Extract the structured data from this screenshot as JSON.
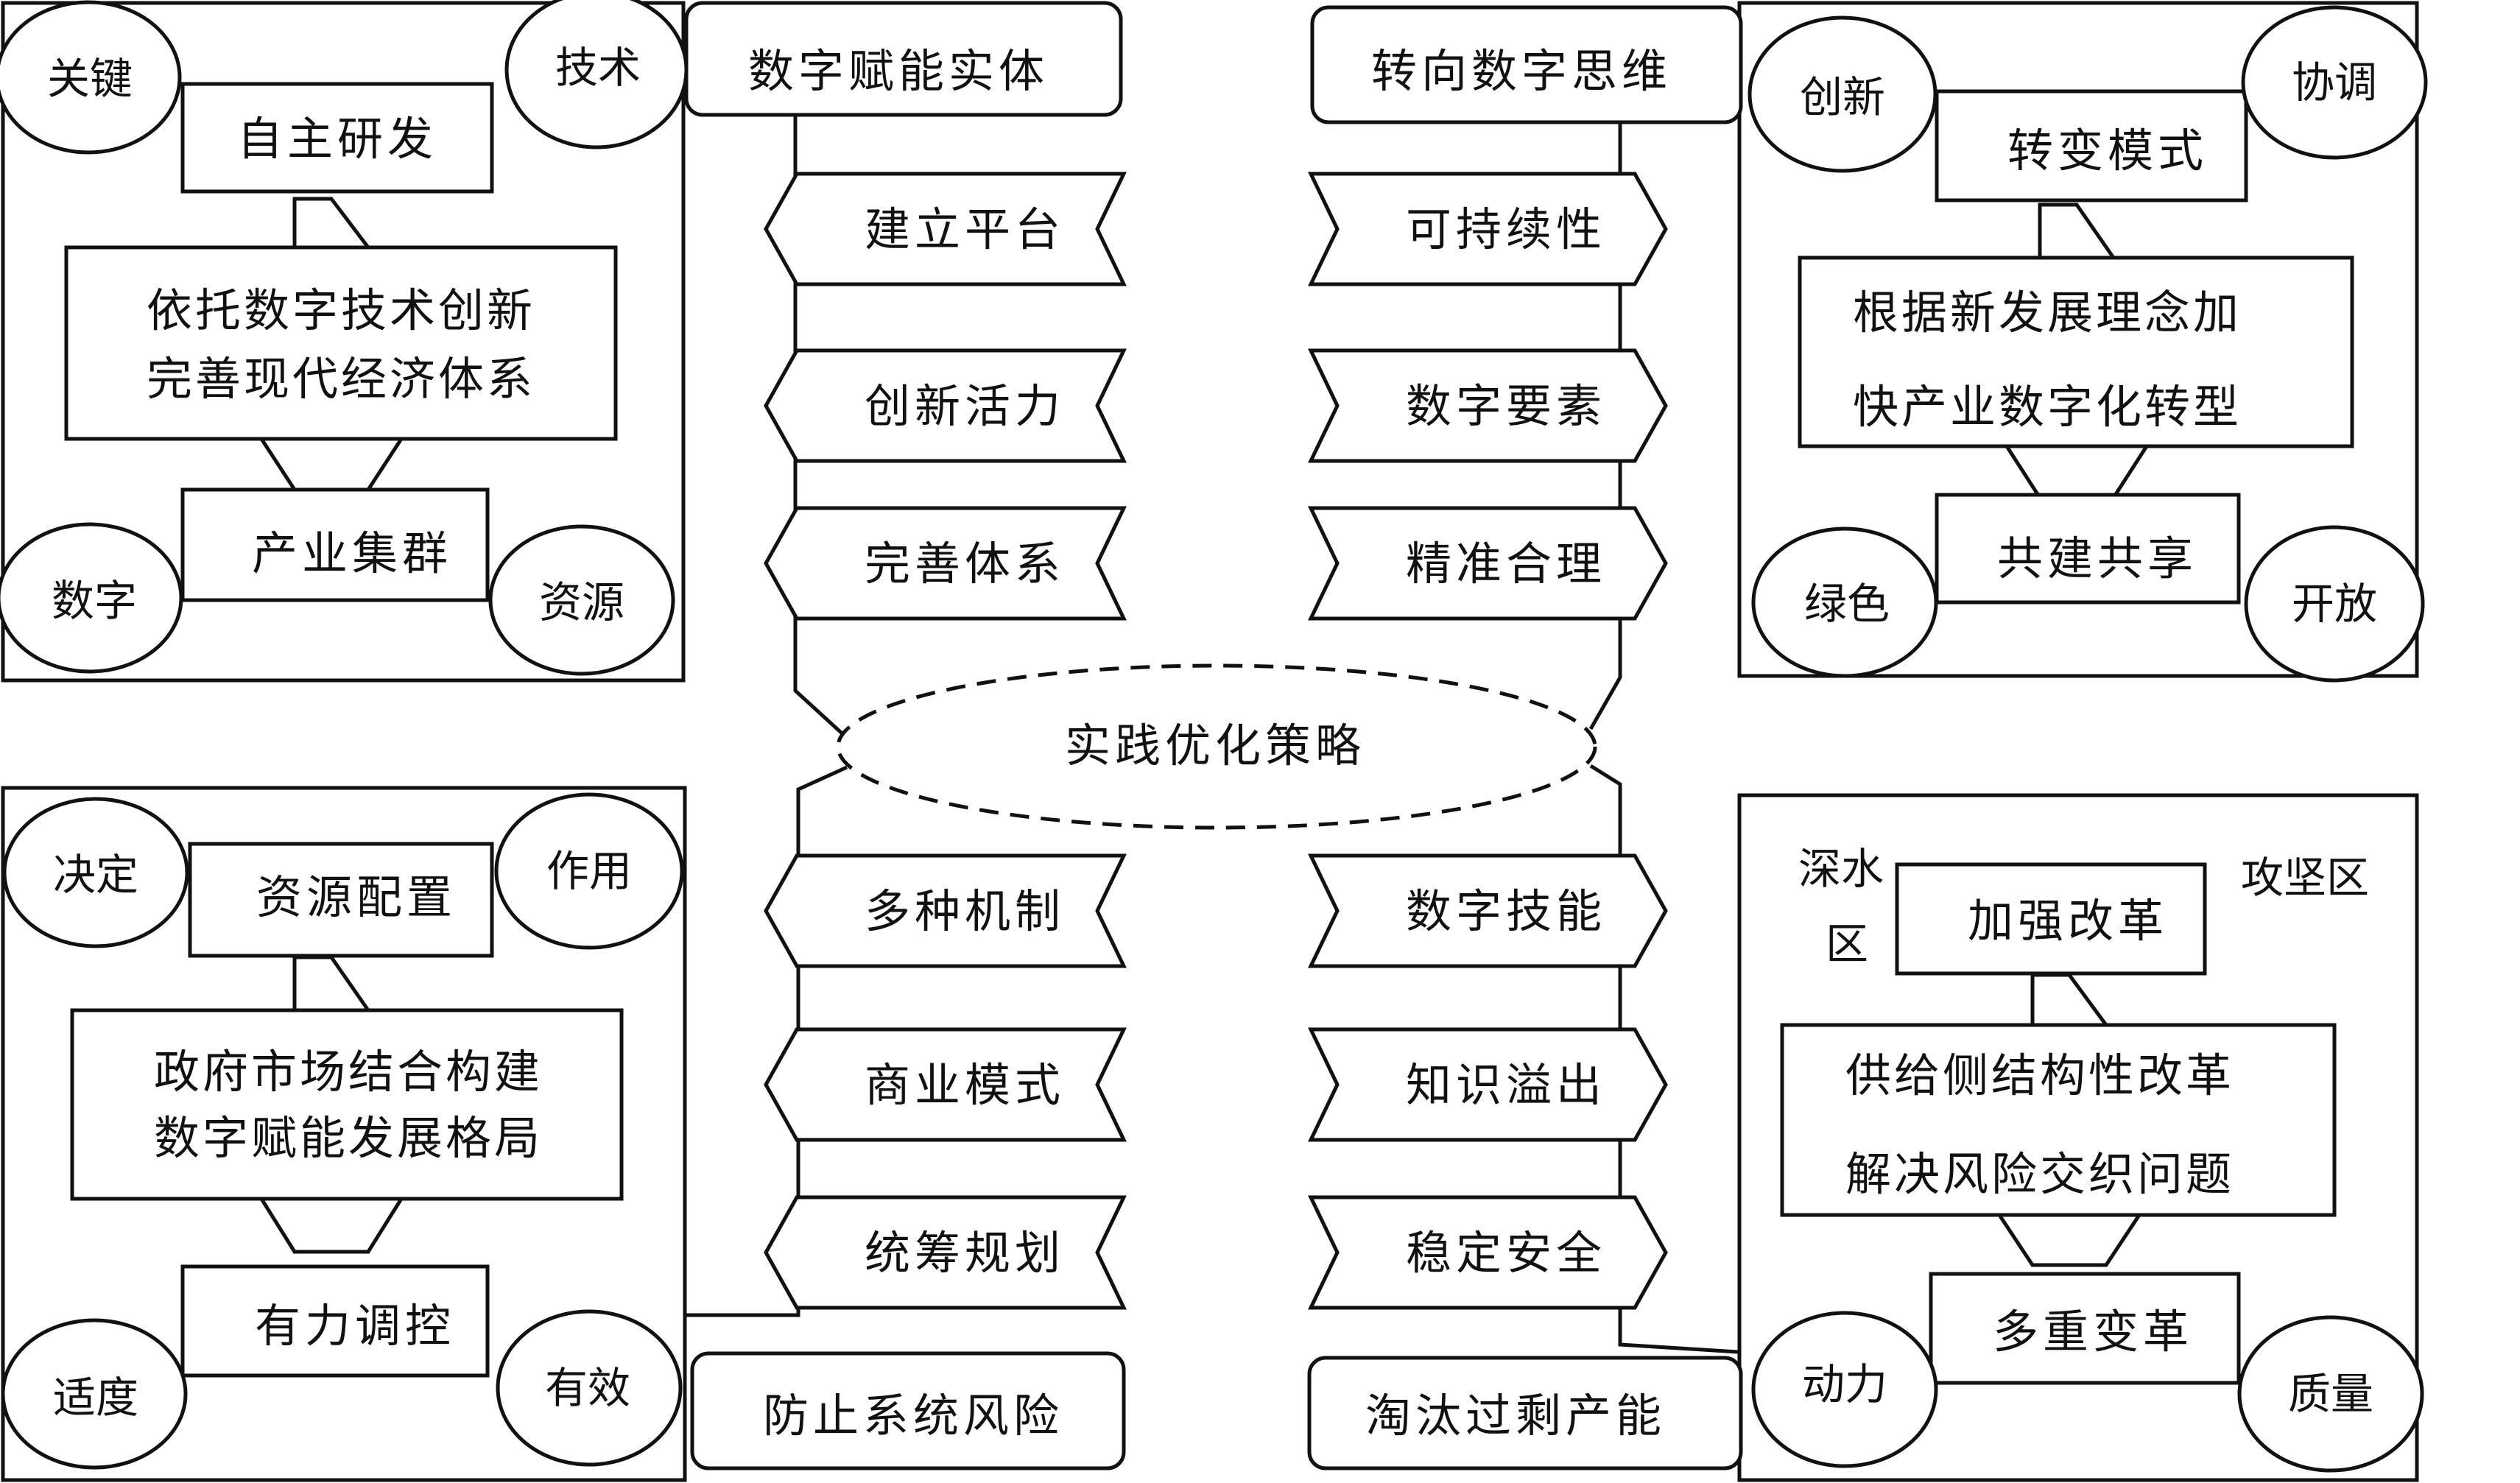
{
  "center": {
    "label": "实践优化策略"
  },
  "tl": {
    "top_box": "自主研发",
    "main_line1": "依托数字技术创新",
    "main_line2": "完善现代经济体系",
    "bottom_box": "产业集群",
    "ellipse_tl": "关键",
    "ellipse_tr": "技术",
    "ellipse_bl": "数字",
    "ellipse_br": "资源"
  },
  "bl": {
    "top_box": "资源配置",
    "main_line1": "政府市场结合构建",
    "main_line2": "数字赋能发展格局",
    "bottom_box": "有力调控",
    "ellipse_tl": "决定",
    "ellipse_tr": "作用",
    "ellipse_bl": "适度",
    "ellipse_br": "有效"
  },
  "tr": {
    "top_box": "转变模式",
    "main_line1": "根据新发展理念加",
    "main_line2": "快产业数字化转型",
    "bottom_box": "共建共享",
    "ellipse_tl": "创新",
    "ellipse_tr": "协调",
    "ellipse_bl": "绿色",
    "ellipse_br": "开放"
  },
  "br": {
    "top_box": "加强改革",
    "main_line1": "供给侧结构性改革",
    "main_line2": "解决风险交织问题",
    "bottom_box": "多重变革",
    "label_deep1": "深水",
    "label_deep2": "区",
    "label_hard": "攻坚区",
    "ellipse_bl": "动力",
    "ellipse_br": "质量"
  },
  "left_column": {
    "header": "数字赋能实体",
    "footer": "防止系统风险",
    "items": [
      "建立平台",
      "创新活力",
      "完善体系",
      "多种机制",
      "商业模式",
      "统筹规划"
    ]
  },
  "right_column": {
    "header": "转向数字思维",
    "footer": "淘汰过剩产能",
    "items": [
      "可持续性",
      "数字要素",
      "精准合理",
      "数字技能",
      "知识溢出",
      "稳定安全"
    ]
  }
}
